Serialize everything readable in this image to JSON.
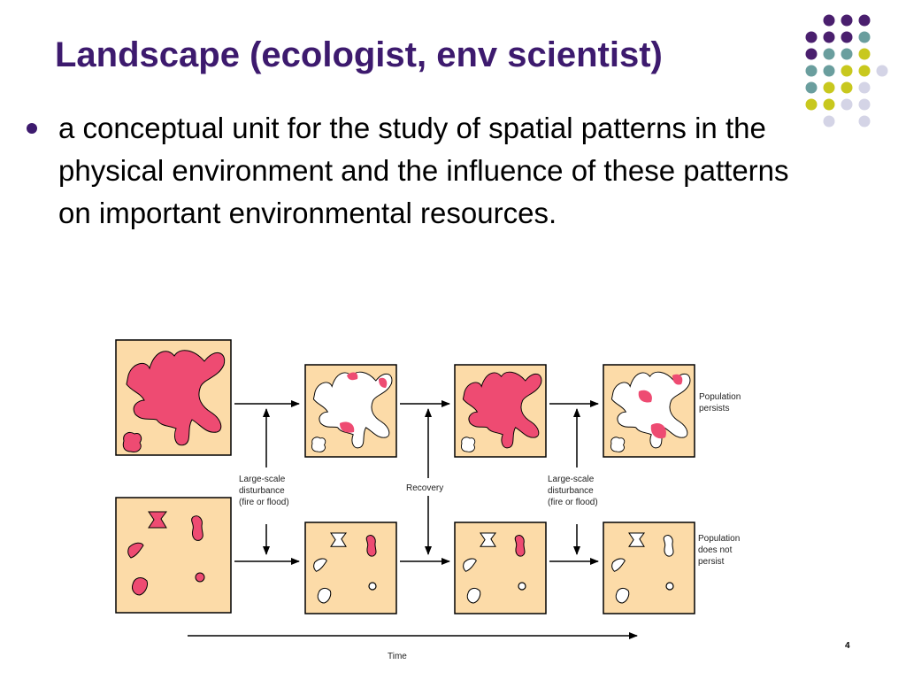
{
  "slide": {
    "title": "Landscape (ecologist, env scientist)",
    "bullet": "a conceptual unit for the study of spatial patterns in the physical environment and the influence of these patterns on important environmental resources.",
    "page_number": "4"
  },
  "colors": {
    "title": "#3d1a6e",
    "panel_fill": "#fcdba8",
    "habitat_fill": "#ee4b72",
    "dot_purple": "#4a1f6e",
    "dot_teal": "#6a9e9e",
    "dot_yellow": "#c8c81e",
    "dot_lavender": "#d4d4e6"
  },
  "diagram": {
    "label_disturbance_1": [
      "Large-scale",
      "disturbance",
      "(fire or flood)"
    ],
    "label_recovery": "Recovery",
    "label_disturbance_2": [
      "Large-scale",
      "disturbance",
      "(fire or flood)"
    ],
    "label_persists": [
      "Population",
      "persists"
    ],
    "label_not_persist": [
      "Population",
      "does not",
      "persist"
    ],
    "label_time": "Time"
  }
}
